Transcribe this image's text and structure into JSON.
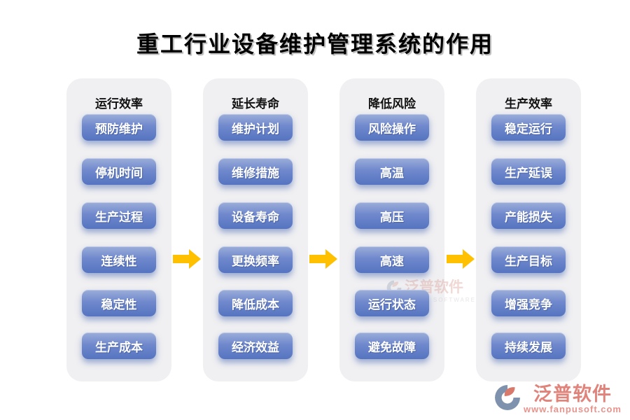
{
  "title": "重工行业设备维护管理系统的作用",
  "columns": [
    {
      "header": "运行效率",
      "items": [
        "预防维护",
        "停机时间",
        "生产过程",
        "连续性",
        "稳定性",
        "生产成本"
      ]
    },
    {
      "header": "延长寿命",
      "items": [
        "维护计划",
        "维修措施",
        "设备寿命",
        "更换频率",
        "降低成本",
        "经济效益"
      ]
    },
    {
      "header": "降低风险",
      "items": [
        "风险操作",
        "高温",
        "高压",
        "高速",
        "运行状态",
        "避免故障"
      ]
    },
    {
      "header": "生产效率",
      "items": [
        "稳定运行",
        "生产延误",
        "产能损失",
        "生产目标",
        "增强竞争",
        "持续发展"
      ]
    }
  ],
  "arrows": {
    "icon": "arrow-right-icon",
    "count": 3,
    "color": "#FFC000"
  },
  "watermark_center": {
    "brand": "泛普软件",
    "subtext": "FANPU SOFTWARE"
  },
  "brand_footer": {
    "name": "泛普软件",
    "url": "www.fanpusoft.com"
  },
  "colors": {
    "button_gradient_top": "#9BADD9",
    "button_gradient_bottom": "#5574C0",
    "column_background": "#F0F0F2",
    "arrow": "#FFC000",
    "brand_pink": "#E0837B",
    "logo_slate": "#7E92AD",
    "logo_coral": "#D8796B",
    "title_text": "#000000"
  }
}
